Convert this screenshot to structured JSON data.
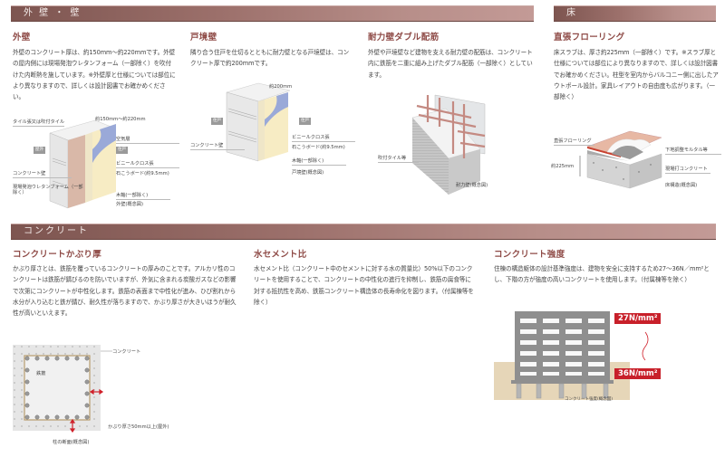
{
  "sections": {
    "walls": {
      "header": "外 壁 ・ 壁"
    },
    "floor": {
      "header": "床"
    },
    "concrete": {
      "header": "コンクリート"
    }
  },
  "exterior_wall": {
    "title": "外壁",
    "body": "外壁のコンクリート厚は、約150mm～約220mmです。外壁の屋内側には現場発泡ウレタンフォーム（一部除く）を吹付けた内断熱を施しています。※外壁厚と仕様については部位により異なりますので、詳しくは設計図書でお確かめください。",
    "labels": {
      "tile": "タイル張又は吹付タイル",
      "thickness": "約150mm～約220mm",
      "air_layer": "空気層",
      "outdoor": "屋外",
      "indoor": "住戸",
      "vinyl_cloth": "ビニールクロス張",
      "gypsum": "石こうボード(約9.5mm)",
      "concrete_wall": "コンクリート壁",
      "urethane": "現場発泡ウレタンフォーム（一部除く）",
      "wood_frame": "木軸(一部除く)",
      "caption": "外壁(概念図)"
    }
  },
  "party_wall": {
    "title": "戸境壁",
    "body": "隣り合う住戸を仕切るとともに耐力壁となる戸境壁は、コンクリート厚で約200mmです。",
    "labels": {
      "thickness": "約200mm",
      "unit_left": "住戸",
      "unit_right": "住戸",
      "concrete_wall": "コンクリート壁",
      "vinyl_cloth": "ビニールクロス張",
      "gypsum": "石こうボード(約9.5mm)",
      "wood_frame": "木軸(一部除く)",
      "caption": "戸境壁(概念図)"
    }
  },
  "double_rebar": {
    "title": "耐力壁ダブル配筋",
    "body": "外壁や戸境壁など建物を支える耐力壁の配筋は、コンクリート内に鉄筋を二重に組み上げたダブル配筋（一部除く）としています。",
    "labels": {
      "tile": "吹付タイル等",
      "caption": "耐力壁(概念図)"
    }
  },
  "flooring": {
    "title": "直張フローリング",
    "body": "床スラブは、厚さ約225mm（一部除く）です。※スラブ厚と仕様については部位により異なりますので、詳しくは設計図書でお確かめください。柱型を室内からバルコニー側に出したアウトポール設計。家具レイアウトの自由度も広がります。（一部除く）",
    "labels": {
      "flooring": "直張フローリング",
      "mortar": "下地調整モルタル等",
      "thickness": "約225mm",
      "concrete": "現場打コンクリート",
      "caption": "床構造(概念図)"
    }
  },
  "cover_thickness": {
    "title": "コンクリートかぶり厚",
    "body": "かぶり厚さとは、鉄筋を覆っているコンクリートの厚みのことです。アルカリ性のコンクリートは鉄筋が錆びるのを防いでいますが、外気に含まれる炭酸ガスなどの影響で次第にコンクリートが中性化します。鉄筋の表面まで中性化が進み、ひび割れから水分が入り込むと鉄が錆び、耐久性が落ちますので、かぶり厚さが大きいほうが耐久性が高いといえます。",
    "labels": {
      "concrete": "コンクリート",
      "rebar": "鉄筋",
      "cover": "かぶり厚さ50mm以上(屋外)",
      "caption": "柱の断面(概念図)"
    }
  },
  "water_cement": {
    "title": "水セメント比",
    "body": "水セメント比（コンクリート中のセメントに対する水の質量比）50%以下のコンクリートを使用することで、コンクリートの中性化の進行を抑制し、鉄筋の腐食等に対する抵抗性を高め、鉄筋コンクリート構造体の長寿命化を図ります。（付属棟等を除く）"
  },
  "strength": {
    "title": "コンクリート強度",
    "body": "住棟の構造躯体の設計基準強度は、建物を安全に支持するため27～36N／mm²とし、下階の方が強度の高いコンクリートを使用します。（付属棟等を除く）",
    "labels": {
      "top": "27N/mm²",
      "bottom": "36N/mm²",
      "caption": "コンクリート強度(概念図)"
    }
  },
  "colors": {
    "header_bg": "#8c625d",
    "title": "#8e4a46",
    "accent_red": "#c8202a"
  }
}
